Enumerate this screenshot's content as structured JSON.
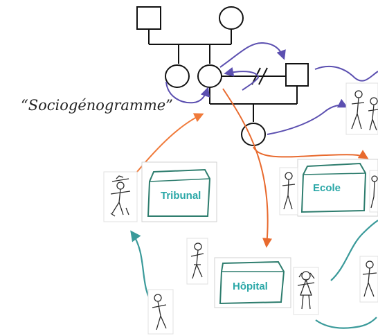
{
  "title": "“Sociogénogramme”",
  "institutions": {
    "tribunal": "Tribunal",
    "ecole": "Ecole",
    "hopital": "Hôpital"
  },
  "colors": {
    "genogram": "#111111",
    "arrow_purple": "#5b4fb0",
    "arrow_orange": "#f07a3a",
    "arrow_red_orange": "#e86a2e",
    "arrow_teal": "#3a9a9a",
    "institution_label": "#2aa7a7",
    "sketch": "#2e7d6e"
  },
  "icons": [
    "genogram-male-square",
    "genogram-female-circle",
    "divorce-mark",
    "stick-figure",
    "building-sketch"
  ]
}
